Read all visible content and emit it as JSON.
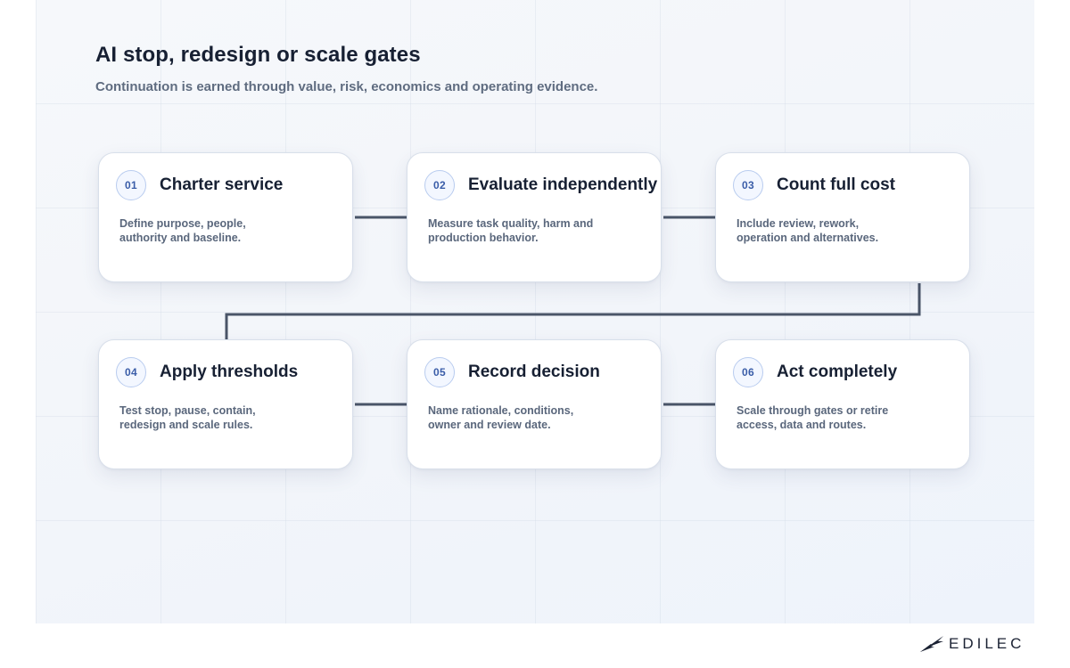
{
  "header": {
    "title": "AI stop, redesign or scale gates",
    "subtitle": "Continuation is earned through value, risk, economics and operating evidence."
  },
  "steps": [
    {
      "number": "01",
      "title": "Charter service",
      "desc_lines": [
        "Define purpose, people,",
        "authority and baseline."
      ]
    },
    {
      "number": "02",
      "title": "Evaluate independently",
      "desc_lines": [
        "Measure task quality, harm and",
        "production behavior."
      ]
    },
    {
      "number": "03",
      "title": "Count full cost",
      "desc_lines": [
        "Include review, rework,",
        "operation and alternatives."
      ]
    },
    {
      "number": "04",
      "title": "Apply thresholds",
      "desc_lines": [
        "Test stop, pause, contain,",
        "redesign and scale rules."
      ]
    },
    {
      "number": "05",
      "title": "Record decision",
      "desc_lines": [
        "Name rationale, conditions,",
        "owner and review date."
      ]
    },
    {
      "number": "06",
      "title": "Act completely",
      "desc_lines": [
        "Scale through gates or retire",
        "access, data and routes."
      ]
    }
  ],
  "colors": {
    "connector": "#4a5568",
    "badge_text": "#3a5da8",
    "title_text": "#172033",
    "body_text": "#5a677c"
  },
  "brand": {
    "logo_text": "EDILEC",
    "icon": "wing-logo-icon"
  }
}
